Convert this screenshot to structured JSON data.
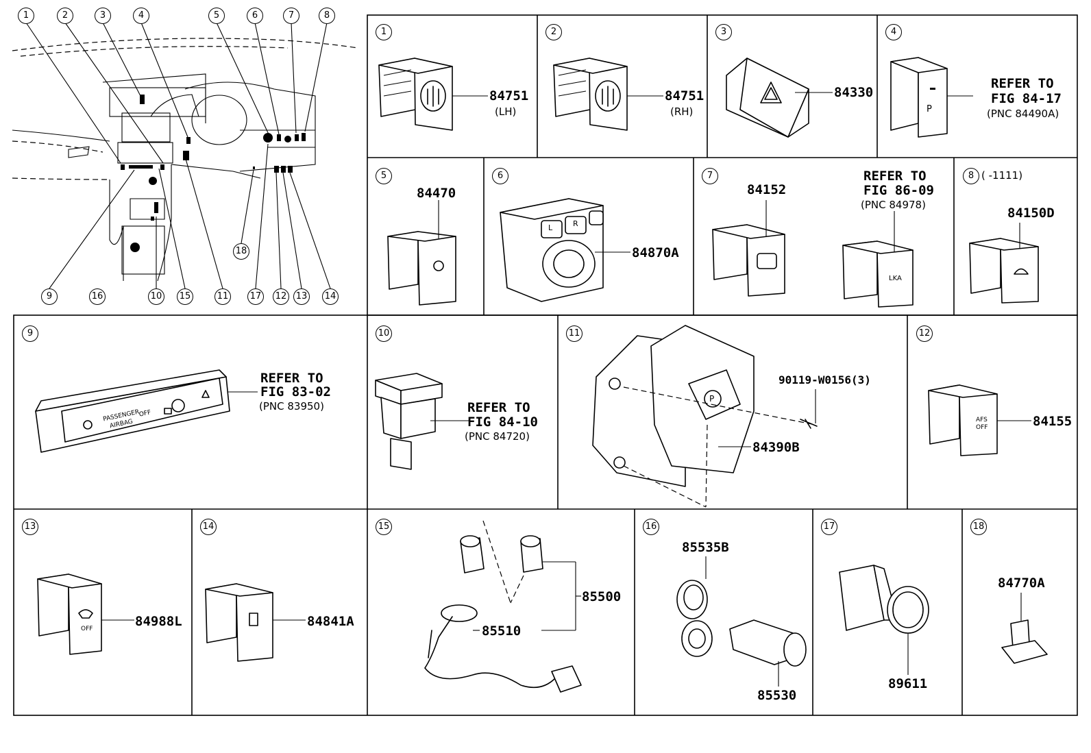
{
  "overview": {
    "callouts": [
      "1",
      "2",
      "3",
      "4",
      "5",
      "6",
      "7",
      "8",
      "9",
      "16",
      "10",
      "15",
      "11",
      "17",
      "12",
      "13",
      "14",
      "18"
    ]
  },
  "cells": {
    "c1": {
      "num": "1",
      "part": "84751",
      "note": "(LH)"
    },
    "c2": {
      "num": "2",
      "part": "84751",
      "note": "(RH)"
    },
    "c3": {
      "num": "3",
      "part": "84330"
    },
    "c4": {
      "num": "4",
      "ref1": "REFER TO",
      "ref2": "FIG 84-17",
      "ref3": "(PNC 84490A)",
      "marking": "P"
    },
    "c5": {
      "num": "5",
      "part": "84470"
    },
    "c6": {
      "num": "6",
      "part": "84870A",
      "marking_l": "L",
      "marking_r": "R"
    },
    "c7": {
      "num": "7",
      "part": "84152",
      "ref1": "REFER TO",
      "ref2": "FIG 86-09",
      "ref3": "(PNC 84978)",
      "marking": "LKA"
    },
    "c8": {
      "num": "8",
      "range": "(      -1111)",
      "part": "84150D"
    },
    "c9": {
      "num": "9",
      "ref1": "REFER TO",
      "ref2": "FIG 83-02",
      "ref3": "(PNC 83950)",
      "marking1": "PASSENGER",
      "marking2": "AIRBAG",
      "marking3": "OFF"
    },
    "c10": {
      "num": "10",
      "ref1": "REFER TO",
      "ref2": "FIG 84-10",
      "ref3": "(PNC 84720)"
    },
    "c11": {
      "num": "11",
      "bolt": "90119-W0156(3)",
      "part": "84390B",
      "marking": "P"
    },
    "c12": {
      "num": "12",
      "part": "84155",
      "marking1": "AFS",
      "marking2": "OFF"
    },
    "c13": {
      "num": "13",
      "part": "84988L",
      "marking": "OFF"
    },
    "c14": {
      "num": "14",
      "part": "84841A"
    },
    "c15": {
      "num": "15",
      "part1": "85500",
      "part2": "85510"
    },
    "c16": {
      "num": "16",
      "part1": "85535B",
      "part2": "85530"
    },
    "c17": {
      "num": "17",
      "part": "89611"
    },
    "c18": {
      "num": "18",
      "part": "84770A"
    }
  }
}
